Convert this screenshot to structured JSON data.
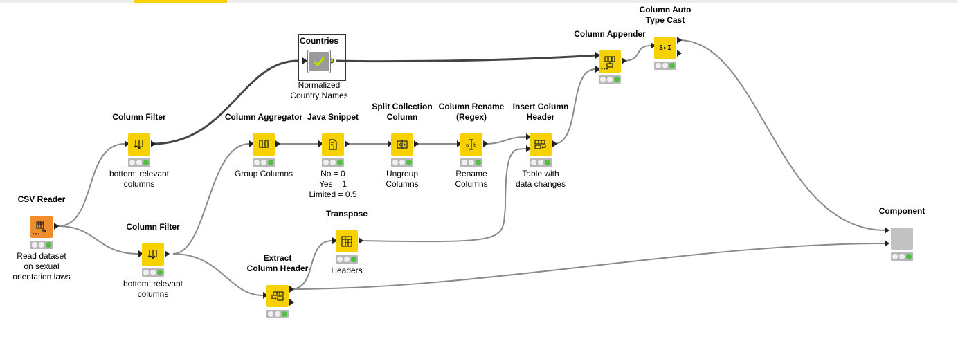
{
  "canvas": {
    "accent_color": "#f5d200",
    "node_color": "#f7d100",
    "source_color": "#f08c2c"
  },
  "nodes": {
    "csv_reader": {
      "title": "CSV Reader",
      "desc": "Read dataset\non sexual\norientation laws",
      "icon": "table-read-icon"
    },
    "col_filter_top": {
      "title": "Column Filter",
      "desc": "bottom: relevant\ncolumns",
      "icon": "filter-icon"
    },
    "col_filter_bottom": {
      "title": "Column Filter",
      "desc": "bottom: relevant\ncolumns",
      "icon": "filter-icon"
    },
    "countries": {
      "title": "Countries",
      "desc": "Normalized\nCountry Names",
      "icon": "check-icon"
    },
    "col_aggregator": {
      "title": "Column Aggregator",
      "desc": "Group Columns",
      "icon": "aggregator-icon"
    },
    "java_snippet": {
      "title": "Java Snippet",
      "desc": "No = 0\nYes = 1\nLimited = 0.5",
      "icon": "java-icon"
    },
    "split_collection": {
      "title": "Split Collection\nColumn",
      "desc": "Ungroup\nColumns",
      "icon": "split-icon"
    },
    "col_rename": {
      "title": "Column Rename\n(Regex)",
      "desc": "Rename\nColumns",
      "icon": "rename-icon"
    },
    "insert_header": {
      "title": "Insert Column\nHeader",
      "desc": "Table with\ndata changes",
      "icon": "insert-header-icon"
    },
    "col_appender": {
      "title": "Column Appender",
      "desc": "",
      "icon": "appender-icon"
    },
    "auto_cast": {
      "title": "Column Auto\nType Cast",
      "desc": "",
      "icon": "S▸I"
    },
    "transpose": {
      "title": "Transpose",
      "desc": "Headers",
      "icon": "transpose-icon"
    },
    "extract_header": {
      "title": "Extract\nColumn Header",
      "desc": "",
      "icon": "extract-header-icon"
    },
    "component": {
      "title": "Component",
      "desc": "",
      "icon": "component-icon"
    }
  }
}
